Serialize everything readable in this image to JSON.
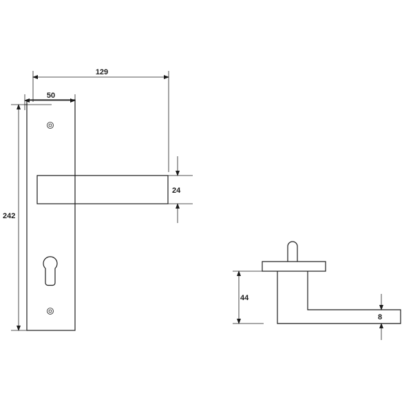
{
  "drawing": {
    "dimensions": {
      "overall_width": "129",
      "plate_width": "50",
      "plate_height": "242",
      "lever_height": "24",
      "rose_projection": "44",
      "lever_thickness": "8"
    }
  }
}
